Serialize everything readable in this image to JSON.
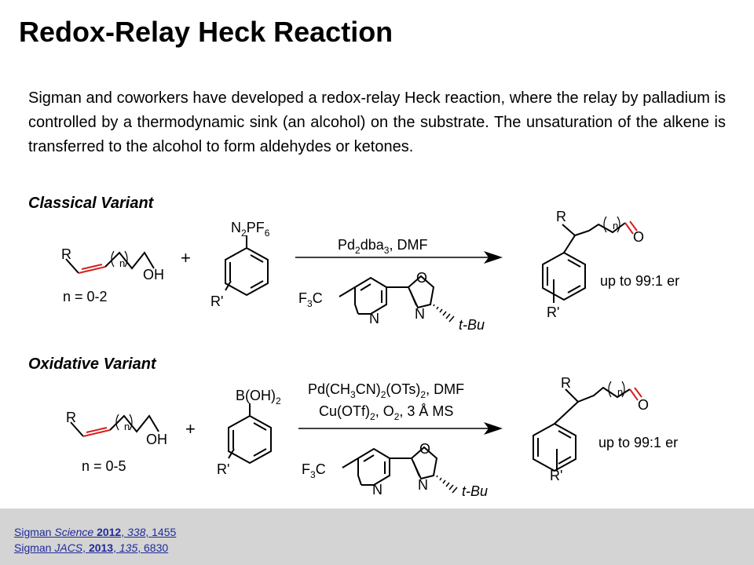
{
  "slide": {
    "title": "Redox-Relay Heck Reaction",
    "intro": "Sigman and coworkers have developed a redox-relay Heck reaction, where the relay by palladium is controlled by a thermodynamic sink (an alcohol) on the substrate. The unsaturation of the alkene is transferred to the alcohol to form aldehydes or ketones."
  },
  "classical": {
    "label": "Classical Variant",
    "substrate_r": "R",
    "substrate_n": "n",
    "substrate_oh": "OH",
    "n_range": "n = 0-2",
    "plus": "+",
    "arene_group": "N2PF6",
    "arene_rprime": "R'",
    "conditions": "Pd2dba3, DMF",
    "ligand_cf3": "F3C",
    "ligand_n1": "N",
    "ligand_n2": "N",
    "ligand_o": "O",
    "ligand_tbu": "t-Bu",
    "product_r": "R",
    "product_n": "n",
    "product_o": "O",
    "product_rprime": "R'",
    "selectivity": "up to 99:1 er"
  },
  "oxidative": {
    "label": "Oxidative Variant",
    "substrate_r": "R",
    "substrate_n": "n",
    "substrate_oh": "OH",
    "n_range": "n = 0-5",
    "plus": "+",
    "arene_group": "B(OH)2",
    "arene_rprime": "R'",
    "conditions_1": "Pd(CH3CN)2(OTs)2, DMF",
    "conditions_2": "Cu(OTf)2, O2, 3 Å MS",
    "ligand_cf3": "F3C",
    "ligand_n1": "N",
    "ligand_n2": "N",
    "ligand_o": "O",
    "ligand_tbu": "t-Bu",
    "product_r": "R",
    "product_n": "n",
    "product_o": "O",
    "product_rprime": "R'",
    "selectivity": "up to 99:1 er"
  },
  "colors": {
    "alkene": "#d42020",
    "carbonyl": "#d42020",
    "reference_link": "#1f2a9a",
    "footer_bg": "#d4d4d4"
  },
  "references": [
    {
      "author": "Sigman",
      "journal": "Science",
      "year": "2012",
      "volume": "338",
      "page": "1455"
    },
    {
      "author": "Sigman",
      "journal": "JACS",
      "year": "2013",
      "volume": "135",
      "page": "6830"
    }
  ]
}
